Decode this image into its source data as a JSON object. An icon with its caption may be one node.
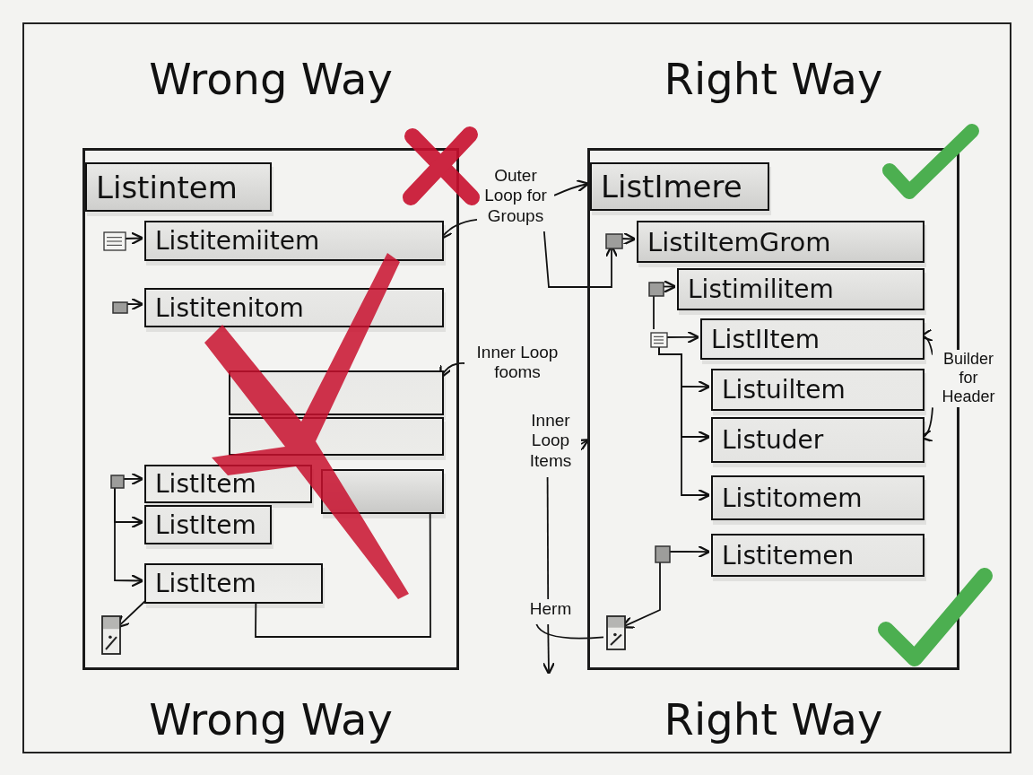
{
  "diagram": {
    "nodes": [
      {
        "text": [
          "Wrong Way"
        ],
        "beside": [
          "Wrong Way"
        ]
      },
      {
        "text": [
          "Listintem"
        ],
        "in": 0
      },
      {
        "text": [],
        "shape": "document",
        "in": 0
      },
      {
        "text": [
          "Listitemiitem"
        ],
        "in": 0
      },
      {
        "text": [],
        "shape": "box",
        "in": 0
      },
      {
        "text": [
          "Listitenitom"
        ],
        "in": 0
      },
      {
        "text": [],
        "shape": "box",
        "in": 0
      },
      {
        "text": [],
        "shape": "box",
        "in": 0
      },
      {
        "text": [],
        "shape": "box",
        "in": 0
      },
      {
        "text": [
          "ListItem"
        ],
        "in": 0
      },
      {
        "text": [],
        "shape": "box",
        "in": 0
      },
      {
        "text": [
          "ListItem"
        ],
        "in": 0
      },
      {
        "text": [
          "ListItem"
        ],
        "in": 0
      },
      {
        "text": [],
        "shape": "box",
        "in": 0
      },
      {
        "text": [
          "Right Way"
        ],
        "beside": [
          "Right Way"
        ]
      },
      {
        "text": [
          "ListImere"
        ],
        "in": 14
      },
      {
        "text": [],
        "shape": "box",
        "in": 14
      },
      {
        "text": [
          "ListiItemGrom"
        ],
        "in": 14
      },
      {
        "text": [],
        "shape": "box",
        "in": 14
      },
      {
        "text": [
          "Listimilitem"
        ],
        "in": 14
      },
      {
        "text": [],
        "shape": "document",
        "in": 14
      },
      {
        "text": [
          "ListIItem"
        ],
        "in": 14
      },
      {
        "text": [
          "Listuiltem"
        ],
        "in": 14
      },
      {
        "text": [
          "Listuder"
        ],
        "in": 14
      },
      {
        "text": [
          "Listitomem"
        ],
        "in": 14
      },
      {
        "text": [],
        "shape": "box",
        "in": 14
      },
      {
        "text": [
          "Listitemen"
        ],
        "in": 14
      },
      {
        "text": [],
        "shape": "box",
        "in": 14
      },
      {
        "text": [
          "Outer Loop for Groups"
        ]
      },
      {
        "text": [
          "Inner Loop fooms"
        ]
      },
      {
        "text": [
          "Inner Loop Items"
        ]
      },
      {
        "text": [
          "Builder for Header"
        ]
      },
      {
        "text": [
          "Herm"
        ]
      }
    ],
    "edges": [
      {
        "from": 2,
        "to": 3,
        "arrow": "to"
      },
      {
        "from": 4,
        "to": 5,
        "arrow": "to"
      },
      {
        "from": 8,
        "to": 9,
        "arrow": "to"
      },
      {
        "from": 8,
        "to": 11,
        "arrow": "to"
      },
      {
        "from": 8,
        "to": 12,
        "arrow": "to"
      },
      {
        "from": 12,
        "to": 10,
        "arrow": "none"
      },
      {
        "from": 12,
        "to": 13,
        "arrow": "to"
      },
      {
        "from": 28,
        "to": 3,
        "arrow": "to"
      },
      {
        "from": 28,
        "to": 15,
        "arrow": "to"
      },
      {
        "from": 28,
        "to": 16,
        "arrow": "to"
      },
      {
        "from": 29,
        "to": 6,
        "arrow": "to"
      },
      {
        "from": 16,
        "to": 17,
        "arrow": "to"
      },
      {
        "from": 18,
        "to": 19,
        "arrow": "to"
      },
      {
        "from": 18,
        "to": 20,
        "arrow": "none"
      },
      {
        "from": 20,
        "to": 21,
        "arrow": "to"
      },
      {
        "from": 20,
        "to": 22,
        "arrow": "to"
      },
      {
        "from": 20,
        "to": 23,
        "arrow": "to"
      },
      {
        "from": 20,
        "to": 24,
        "arrow": "to"
      },
      {
        "from": 25,
        "to": 26,
        "arrow": "to"
      },
      {
        "from": 25,
        "to": 27,
        "arrow": "to"
      },
      {
        "from": 31,
        "to": 21,
        "arrow": "to"
      },
      {
        "from": 31,
        "to": 23,
        "arrow": "to"
      },
      {
        "from": 30,
        "to": 14,
        "arrow": "to"
      },
      {
        "from": 30,
        "to": 32,
        "arrow": "none"
      },
      {
        "from": 32,
        "to": null,
        "arrow": "to"
      },
      {
        "from": 32,
        "to": 27,
        "arrow": "none"
      }
    ]
  }
}
